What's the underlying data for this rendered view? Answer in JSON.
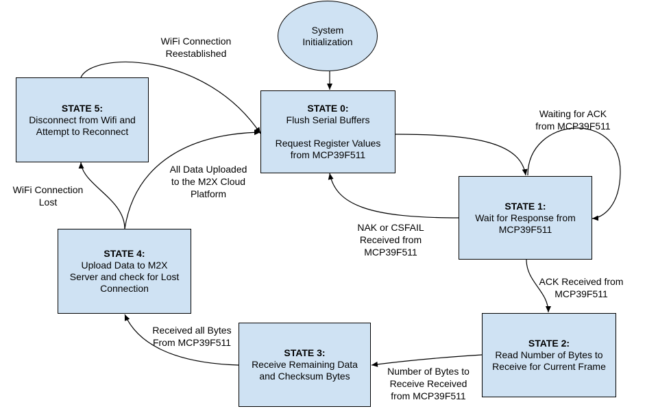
{
  "nodes": {
    "init": {
      "lines": [
        "System",
        "Initialization"
      ]
    },
    "state0": {
      "title": "STATE 0:",
      "lines": [
        "Flush Serial Buffers",
        "",
        "Request Register Values",
        "from MCP39F511"
      ]
    },
    "state1": {
      "title": "STATE 1:",
      "lines": [
        "Wait for Response from",
        "MCP39F511"
      ]
    },
    "state2": {
      "title": "STATE 2:",
      "lines": [
        "Read Number of Bytes to",
        "Receive for Current Frame"
      ]
    },
    "state3": {
      "title": "STATE 3:",
      "lines": [
        "Receive Remaining Data",
        "and Checksum Bytes"
      ]
    },
    "state4": {
      "title": "STATE 4:",
      "lines": [
        "Upload Data to M2X",
        "Server and check for Lost",
        "Connection"
      ]
    },
    "state5": {
      "title": "STATE 5:",
      "lines": [
        "Disconnect from Wifi and",
        "Attempt to Reconnect"
      ]
    }
  },
  "edges": {
    "wifi_reestablished": [
      "WiFi Connection",
      "Reestablished"
    ],
    "waiting_ack": [
      "Waiting for ACK",
      "from MCP39F511"
    ],
    "all_uploaded": [
      "All Data Uploaded",
      "to the M2X Cloud",
      "Platform"
    ],
    "wifi_lost": [
      "WiFi Connection",
      "Lost"
    ],
    "nak": [
      "NAK or CSFAIL",
      "Received from",
      "MCP39F511"
    ],
    "ack_received": [
      "ACK Received from",
      "MCP39F511"
    ],
    "received_all": [
      "Received all Bytes",
      "From MCP39F511"
    ],
    "num_bytes": [
      "Number of Bytes to",
      "Receive Received",
      "from MCP39F511"
    ]
  },
  "colors": {
    "node_fill": "#cfe2f3",
    "stroke": "#000000"
  }
}
